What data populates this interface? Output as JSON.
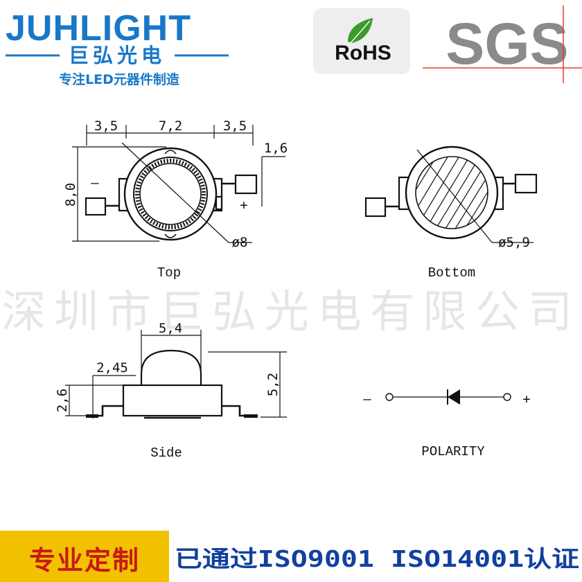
{
  "header": {
    "brand_name": "JUHLIGHT",
    "brand_cn": "巨弘光电",
    "tagline": "专注LED元器件制造",
    "rohs_label": "RoHS",
    "sgs_label": "SGS"
  },
  "watermark": "深圳市巨弘光电有限公司",
  "views": {
    "top": {
      "caption": "Top",
      "dim_left": "3,5",
      "dim_middle": "7,2",
      "dim_right": "3,5",
      "dim_lead": "1,6",
      "dim_height": "8,0",
      "dim_diameter": "ø8",
      "minus": "–",
      "plus": "+"
    },
    "bottom": {
      "caption": "Bottom",
      "dim_diameter": "ø5,9"
    },
    "side": {
      "caption": "Side",
      "dim_lens": "5,4",
      "dim_base": "2,45",
      "dim_body": "2,6",
      "dim_total": "5,2"
    },
    "polarity": {
      "caption": "POLARITY",
      "minus": "–",
      "plus": "+"
    }
  },
  "footer": {
    "badge": "专业定制",
    "certification": "已通过ISO9001 ISO14001认证"
  },
  "colors": {
    "brand_blue": "#1878c8",
    "badge_yellow": "#f2c200",
    "badge_text": "#c81818",
    "footer_text": "#1240a0",
    "sgs_gray": "#8a8a8a",
    "accent_red": "#e04020"
  }
}
